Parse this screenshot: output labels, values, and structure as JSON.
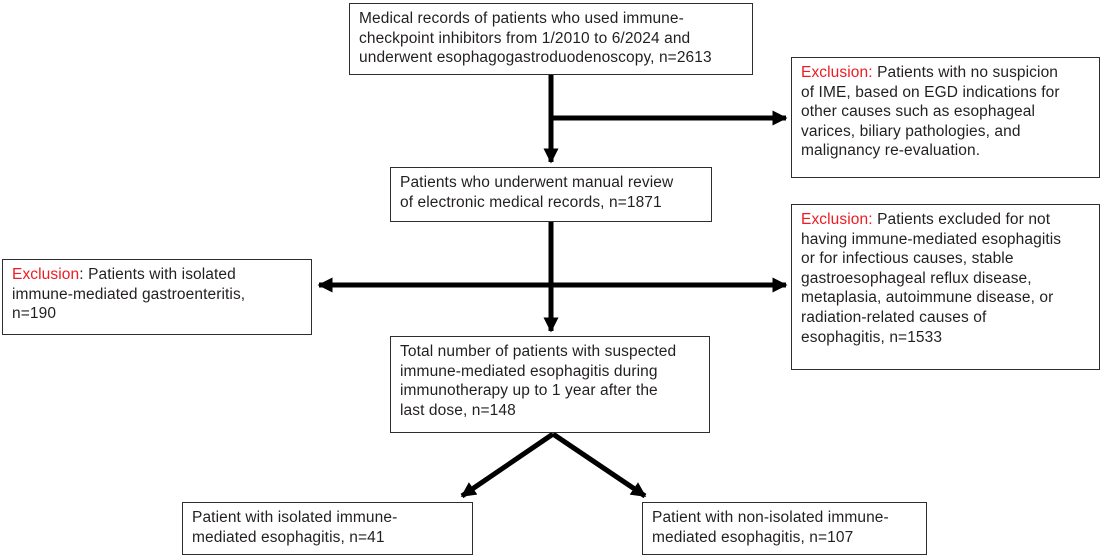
{
  "figure": {
    "colors": {
      "exclusion_label": "#ed1c24",
      "text": "#231f20",
      "arrow": "#000000",
      "background": "#ffffff"
    }
  },
  "boxes": {
    "top": {
      "text": "Medical records of patients who used immune-\ncheckpoint inhibitors from 1/2010 to 6/2024 and\nunderwent esophagogastroduodenoscopy, n=2613"
    },
    "exclusion_no_suspicion": {
      "label": "Exclusion:",
      "text": " Patients with no suspicion\nof IME, based on EGD indications for\nother causes such as esophageal\nvarices, biliary pathologies, and\nmalignancy re-evaluation."
    },
    "manual_review": {
      "text": "Patients who underwent manual review\nof electronic medical records, n=1871"
    },
    "exclusion_not_ime": {
      "label": "Exclusion:",
      "text": " Patients excluded for not\nhaving immune-mediated esophagitis\nor for infectious causes, stable\ngastroesophageal reflux disease,\nmetaplasia, autoimmune disease, or\nradiation-related causes of\nesophagitis, n=1533"
    },
    "exclusion_gastroenteritis": {
      "label": "Exclusion",
      "text": ": Patients with isolated\nimmune-mediated gastroenteritis,\nn=190"
    },
    "total_suspected": {
      "text": "Total number of patients with suspected\nimmune-mediated esophagitis during\nimmunotherapy up to 1 year after the\nlast dose, n=148"
    },
    "isolated": {
      "text": "Patient with isolated immune-\nmediated esophagitis, n=41"
    },
    "non_isolated": {
      "text": "Patient with non-isolated immune-\nmediated esophagitis, n=107"
    }
  }
}
